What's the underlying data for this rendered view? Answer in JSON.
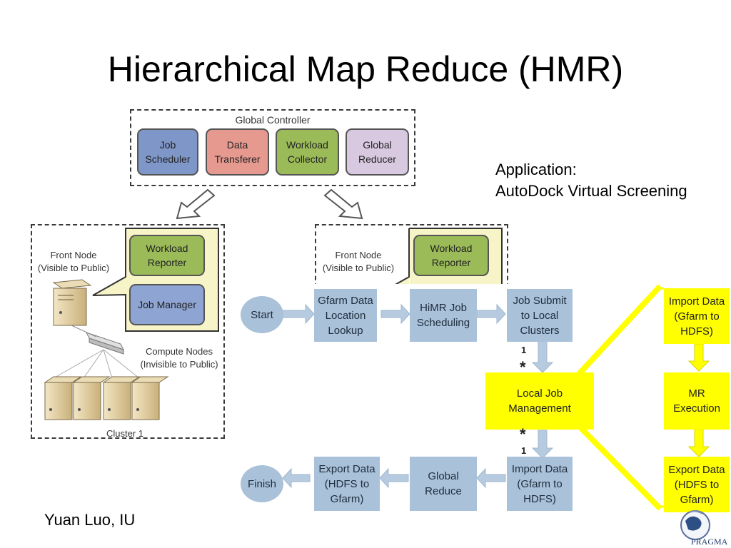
{
  "slide": {
    "title": "Hierarchical Map Reduce (HMR)",
    "application_label": "Application:",
    "application_name": "AutoDock Virtual Screening",
    "author": "Yuan Luo, IU",
    "logo_text": "PRAGMA"
  },
  "global_controller": {
    "label": "Global Controller",
    "components": [
      {
        "label": "Job\nScheduler",
        "color": "#7f96c8"
      },
      {
        "label": "Data\nTransferer",
        "color": "#e6998f"
      },
      {
        "label": "Workload\nCollector",
        "color": "#9bbb59"
      },
      {
        "label": "Global\nReducer",
        "color": "#d8c8e0"
      }
    ]
  },
  "cluster": {
    "front_node_label": "Front Node\n(Visible to Public)",
    "workload_reporter": "Workload\nReporter",
    "job_manager": "Job Manager",
    "compute_nodes_label": "Compute Nodes\n(Invisible to Public)",
    "cluster_label": "Cluster 1"
  },
  "flow": {
    "start": "Start",
    "finish": "Finish",
    "gfarm_lookup": "Gfarm Data\nLocation\nLookup",
    "himr_scheduling": "HiMR Job\nScheduling",
    "job_submit": "Job Submit\nto Local\nClusters",
    "local_job_management": "Local Job\nManagement",
    "import_data_bottom": "Import Data\n(Gfarm to\nHDFS)",
    "global_reduce": "Global\nReduce",
    "export_data_bottom": "Export Data\n(HDFS to\nGfarm)",
    "import_data_right": "Import Data\n(Gfarm to\nHDFS)",
    "mr_execution": "MR\nExecution",
    "export_data_right": "Export Data\n(HDFS to\nGfarm)",
    "mult_one": "1",
    "mult_many": "*"
  },
  "colors": {
    "flow_box": "#a9c1d9",
    "highlight": "#ffff00",
    "workload_green": "#9bbb59",
    "job_manager_blue": "#8ea4d2",
    "panel_bg": "#f7f4c8"
  }
}
